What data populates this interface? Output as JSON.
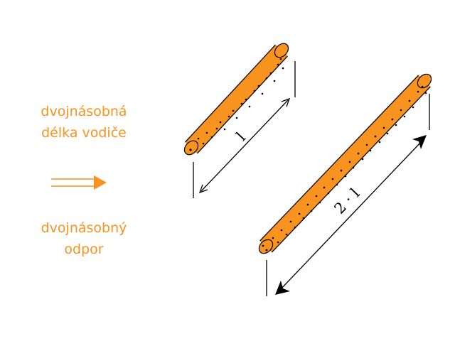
{
  "captions": {
    "top_line1": "dvojnásobná",
    "top_line2": "délka vodiče",
    "bottom_line1": "dvojnásobný",
    "bottom_line2": "odpor"
  },
  "labels": {
    "short_length": "l",
    "long_length": "2 · l"
  },
  "colors": {
    "accent": "#F7931E",
    "wire_fill": "#F7931E",
    "ink": "#000000"
  }
}
